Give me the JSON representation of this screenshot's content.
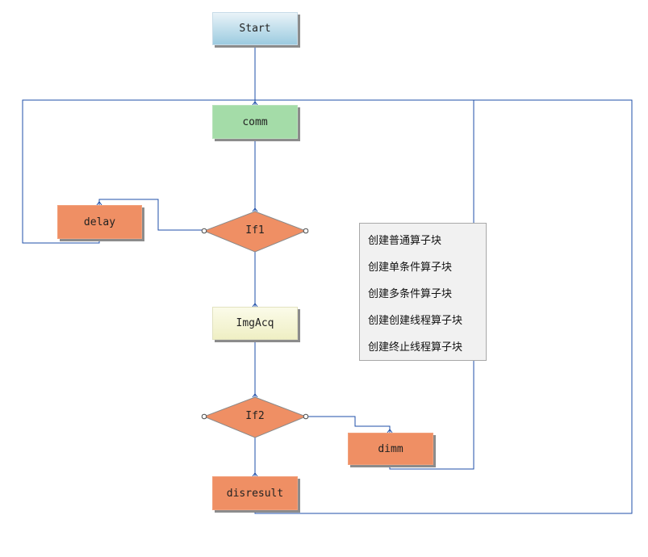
{
  "nodes": {
    "start": "Start",
    "comm": "comm",
    "if1": "If1",
    "delay": "delay",
    "imgacq": "ImgAcq",
    "if2": "If2",
    "dimm": "dimm",
    "disresult": "disresult"
  },
  "context_menu": {
    "items": [
      "创建普通算子块",
      "创建单条件算子块",
      "创建多条件算子块",
      "创建创建线程算子块",
      "创建终止线程算子块"
    ]
  },
  "colors": {
    "connector": "#1f4fa8",
    "start_top": "#e9f3f8",
    "start_bottom": "#9ccbe0",
    "comm": "#a4dca8",
    "orange": "#ef8f64",
    "imgacq": "#f5f5d2",
    "menu_bg": "#f1f1f1"
  }
}
